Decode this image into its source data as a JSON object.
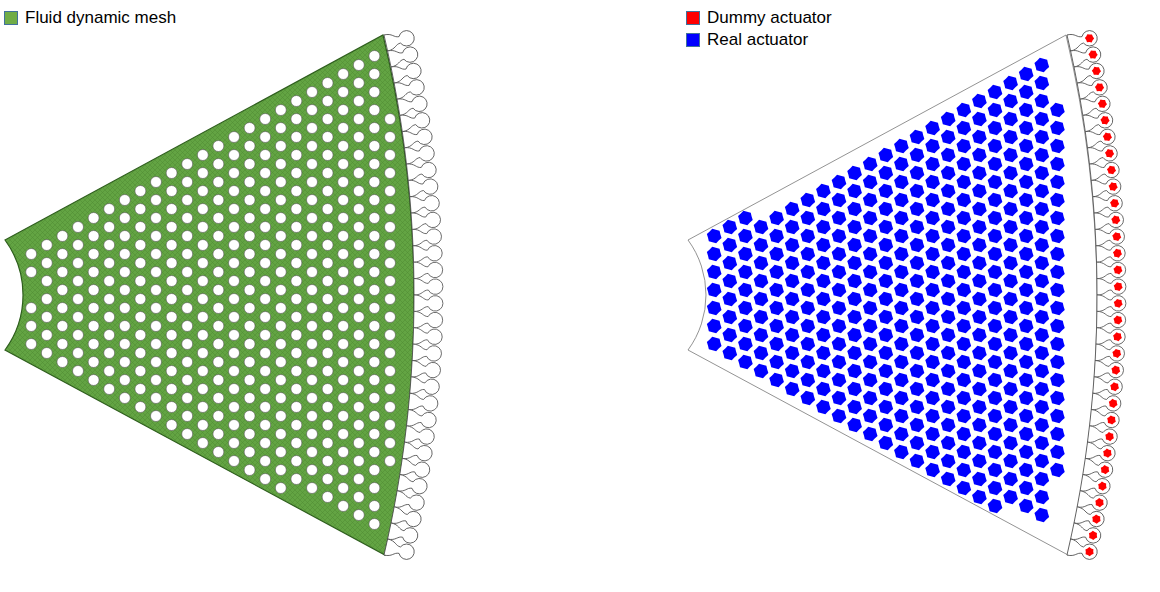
{
  "diagram": {
    "legend": [
      {
        "text": "Fluid dynamic mesh",
        "color": "#70ad47"
      },
      {
        "text": "Dummy actuator",
        "color": "#ff0000"
      },
      {
        "text": "Real actuator",
        "color": "#0000ff"
      }
    ]
  }
}
